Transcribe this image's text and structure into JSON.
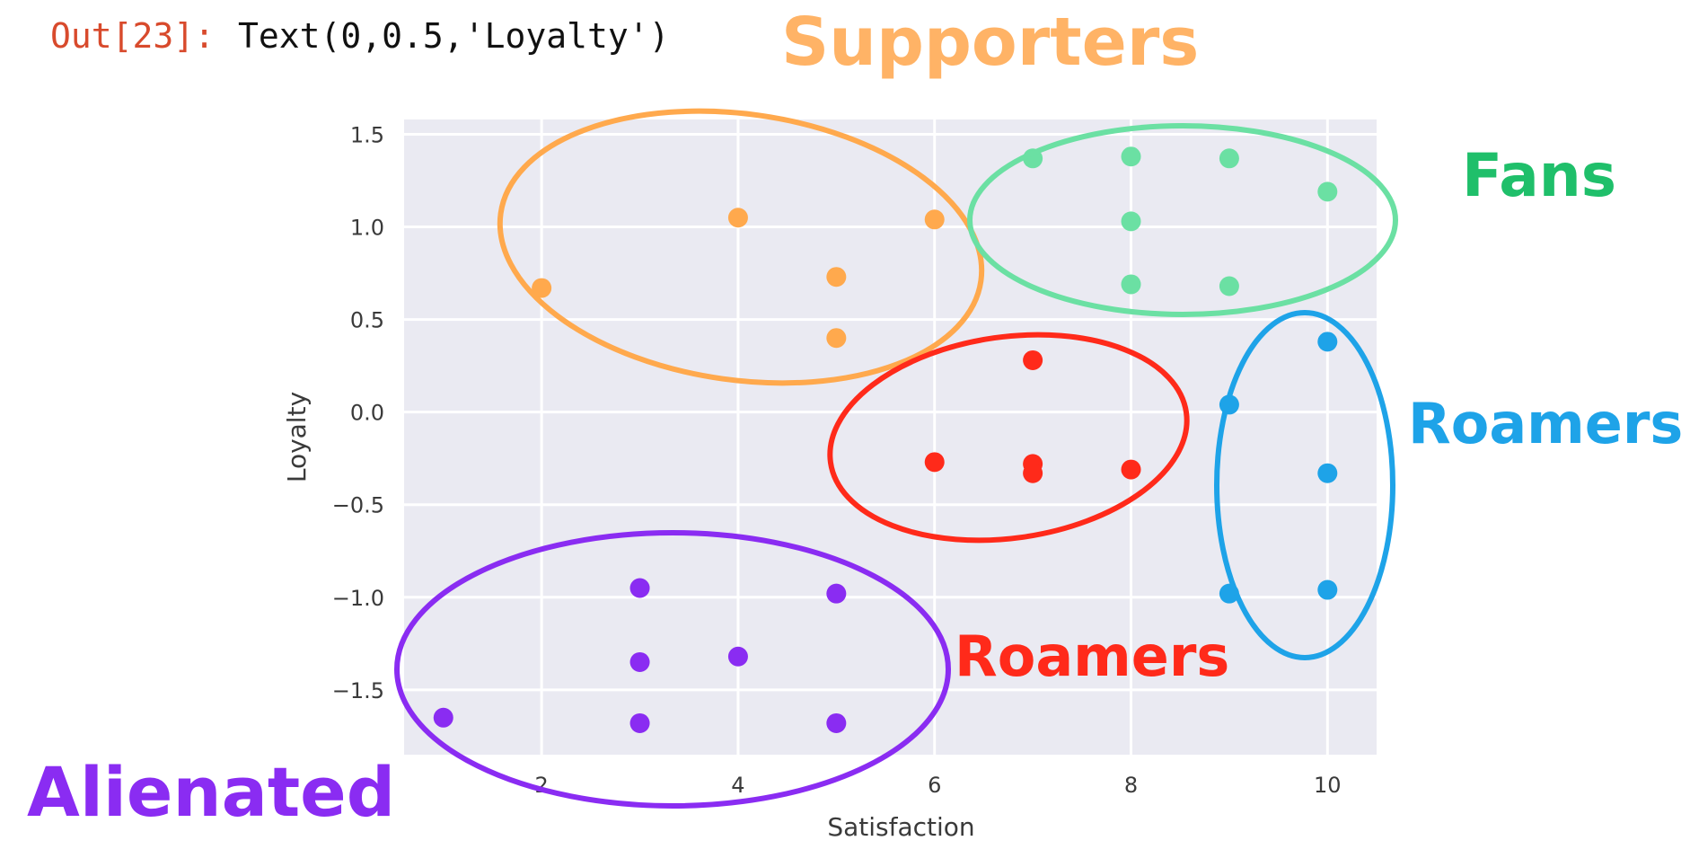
{
  "output": {
    "prompt": "Out[23]:",
    "value": "Text(0,0.5,'Loyalty')"
  },
  "chart_data": {
    "type": "scatter",
    "xlabel": "Satisfaction",
    "ylabel": "Loyalty",
    "xlim": [
      0.6,
      10.5
    ],
    "ylim": [
      -1.85,
      1.58
    ],
    "xticks": [
      2,
      4,
      6,
      8,
      10
    ],
    "yticks": [
      1.5,
      1.0,
      0.5,
      0.0,
      -0.5,
      -1.0,
      -1.5
    ],
    "ytick_labels": [
      "1.5",
      "1.0",
      "0.5",
      "0.0",
      "−0.5",
      "−1.0",
      "−1.5"
    ],
    "grid": true,
    "plot_background": "#eaeaf2",
    "series": [
      {
        "color": "#ffa94d",
        "points": [
          [
            2,
            0.67
          ],
          [
            4,
            1.05
          ],
          [
            5,
            0.73
          ],
          [
            5,
            0.4
          ],
          [
            6,
            1.04
          ]
        ]
      },
      {
        "color": "#6be0a3",
        "points": [
          [
            7,
            1.37
          ],
          [
            8,
            1.38
          ],
          [
            8,
            1.03
          ],
          [
            8,
            0.69
          ],
          [
            9,
            1.37
          ],
          [
            9,
            0.68
          ],
          [
            10,
            1.19
          ]
        ]
      },
      {
        "color": "#ff2a1a",
        "points": [
          [
            6,
            -0.27
          ],
          [
            7,
            0.28
          ],
          [
            7,
            -0.28
          ],
          [
            7,
            -0.33
          ],
          [
            8,
            -0.31
          ]
        ]
      },
      {
        "color": "#1ea3e8",
        "points": [
          [
            9,
            0.04
          ],
          [
            9,
            -0.98
          ],
          [
            10,
            0.38
          ],
          [
            10,
            -0.33
          ],
          [
            10,
            -0.96
          ]
        ]
      },
      {
        "color": "#8a2cf2",
        "points": [
          [
            1,
            -1.65
          ],
          [
            3,
            -0.95
          ],
          [
            3,
            -1.35
          ],
          [
            3,
            -1.68
          ],
          [
            4,
            -1.32
          ],
          [
            5,
            -0.98
          ],
          [
            5,
            -1.68
          ]
        ]
      }
    ],
    "annotations": [
      {
        "text": "Supporters",
        "color": "#ffb366"
      },
      {
        "text": "Fans",
        "color": "#1fbf6a"
      },
      {
        "text": "Roamers",
        "color": "#ff2a1a"
      },
      {
        "text": "Roamers",
        "color": "#1ea3e8"
      },
      {
        "text": "Alienated",
        "color": "#8a2cf2"
      }
    ]
  }
}
